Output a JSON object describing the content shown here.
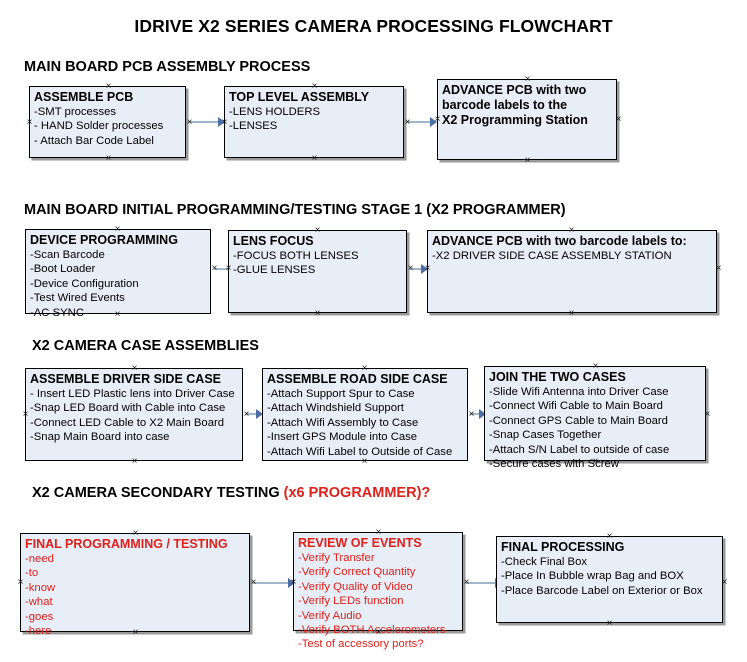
{
  "title": "IDRIVE X2  SERIES CAMERA PROCESSING FLOWCHART",
  "sections": [
    {
      "heading": "MAIN BOARD PCB ASSEMBLY PROCESS",
      "heading_accent": "",
      "boxes": [
        {
          "title": "ASSEMBLE PCB",
          "lines": [
            "-SMT processes",
            "- HAND Solder processes",
            "- Attach Bar Code Label"
          ]
        },
        {
          "title": "TOP LEVEL ASSEMBLY",
          "lines": [
            "-LENS HOLDERS",
            "-LENSES"
          ]
        },
        {
          "title": "ADVANCE PCB with two",
          "lines": [
            "barcode labels to the",
            " X2 Programming Station"
          ]
        }
      ]
    },
    {
      "heading": "MAIN BOARD INITIAL PROGRAMMING/TESTING STAGE 1 (X2 PROGRAMMER)",
      "heading_accent": "",
      "boxes": [
        {
          "title": "DEVICE PROGRAMMING",
          "lines": [
            "-Scan Barcode",
            "-Boot Loader",
            "-Device Configuration",
            "-Test Wired Events",
            "-AC SYNC"
          ]
        },
        {
          "title": "LENS FOCUS",
          "lines": [
            "-FOCUS BOTH LENSES",
            "-GLUE LENSES"
          ]
        },
        {
          "title": "ADVANCE PCB with two barcode labels to:",
          "lines": [
            "-X2 DRIVER  SIDE  CASE  ASSEMBLY STATION"
          ]
        }
      ]
    },
    {
      "heading": "X2 CAMERA CASE ASSEMBLIES",
      "heading_accent": "",
      "boxes": [
        {
          "title": "ASSEMBLE DRIVER SIDE CASE",
          "lines": [
            "- Insert LED Plastic lens into Driver Case",
            "-Snap LED Board with Cable into Case",
            "-Connect LED Cable to X2 Main Board",
            "-Snap Main Board into case"
          ]
        },
        {
          "title": "ASSEMBLE ROAD SIDE CASE",
          "lines": [
            "-Attach Support Spur to Case",
            "-Attach Windshield Support",
            "-Attach Wifi Assembly to Case",
            "-Insert GPS Module into Case",
            "-Attach Wifi Label to Outside of Case"
          ]
        },
        {
          "title": "JOIN THE TWO CASES",
          "lines": [
            "-Slide Wifi Antenna into Driver Case",
            "-Connect Wifi Cable to Main Board",
            "-Connect GPS Cable to Main Board",
            "-Snap Cases Together",
            "-Attach S/N Label to outside of case",
            "-Secure cases with Screw"
          ]
        }
      ]
    },
    {
      "heading": "X2 CAMERA SECONDARY TESTING ",
      "heading_accent": "(x6 PROGRAMMER)?",
      "boxes": [
        {
          "title": "FINAL PROGRAMMING / TESTING",
          "lines": [
            "-need",
            "-to",
            "-know",
            "-what",
            "-goes",
            "-here"
          ]
        },
        {
          "title": "REVIEW OF EVENTS",
          "lines": [
            "-Verify Transfer",
            "-Verify Correct Quantity",
            "-Verify Quality of Video",
            "-Verify LEDs function",
            "-Verify Audio",
            "-Verify BOTH Accelerometers",
            "-Test of accessory ports?"
          ]
        },
        {
          "title": "FINAL PROCESSING",
          "lines": [
            "-Check Final Box",
            "-Place In Bubble wrap Bag and BOX",
            "-Place Barcode Label on Exterior or Box"
          ]
        }
      ]
    }
  ],
  "colors": {
    "box_fill": "#e8eef7",
    "box_border": "#000000",
    "connector": "#9fb6cd",
    "arrow": "#4a6fa5",
    "accent_red": "#e0201a",
    "text": "#000000"
  }
}
